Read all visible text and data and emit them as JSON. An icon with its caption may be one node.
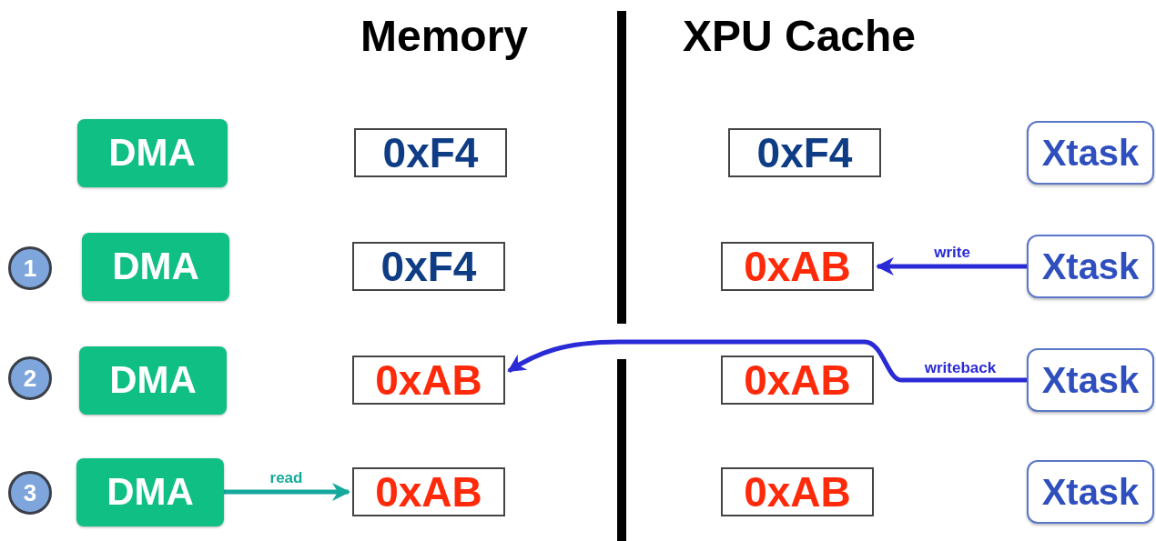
{
  "diagram": {
    "nodes": [
      {
        "text": [
          "DMA"
        ]
      },
      {
        "text": [
          "0xF4"
        ]
      },
      {
        "text": [
          "0xF4"
        ]
      },
      {
        "text": [
          "Xtask"
        ]
      },
      {
        "text": [
          "1"
        ]
      },
      {
        "text": [
          "DMA"
        ]
      },
      {
        "text": [
          "0xF4"
        ]
      },
      {
        "text": [
          "0xAB"
        ]
      },
      {
        "text": [
          "Xtask"
        ]
      },
      {
        "text": [
          "2"
        ]
      },
      {
        "text": [
          "DMA"
        ]
      },
      {
        "text": [
          "0xAB"
        ]
      },
      {
        "text": [
          "0xAB"
        ]
      },
      {
        "text": [
          "Xtask"
        ]
      },
      {
        "text": [
          "3"
        ]
      },
      {
        "text": [
          "DMA"
        ]
      },
      {
        "text": [
          "0xAB"
        ]
      },
      {
        "text": [
          "0xAB"
        ]
      },
      {
        "text": [
          "Xtask"
        ]
      }
    ],
    "edges": [
      {
        "from": 8,
        "to": 7,
        "arrow": "to",
        "label": "write"
      },
      {
        "from": 13,
        "to": 11,
        "arrow": "to",
        "label": "writeback"
      },
      {
        "from": 15,
        "to": 16,
        "arrow": "to",
        "label": "read",
        "color": "#14a99c"
      }
    ],
    "labels": [
      "Memory",
      "XPU Cache"
    ]
  }
}
